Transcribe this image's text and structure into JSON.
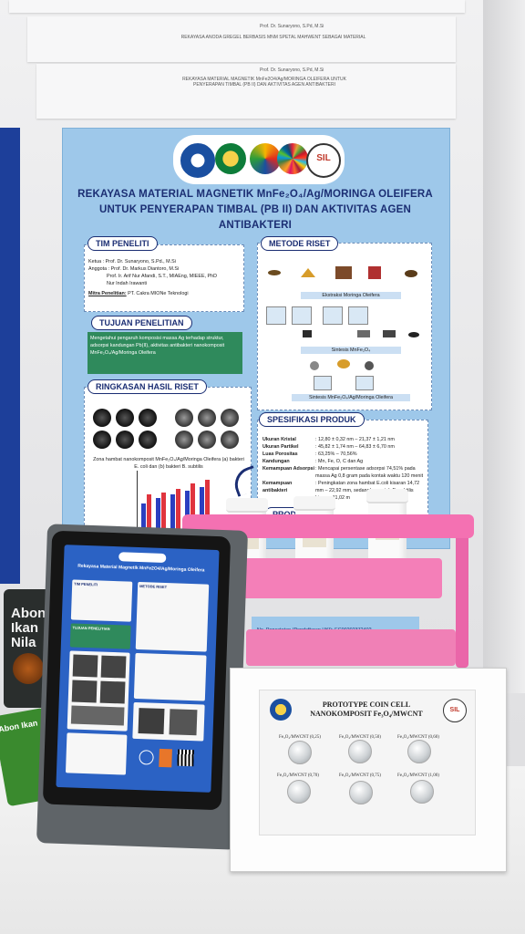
{
  "background_papers": {
    "paper1_name": "Prof. Dr. Sunaryono, S.Pd, M.Si",
    "paper1_title": "REKAYASA ANODA GREGEL BERBASIS MNM SPETAL MAHWENT SEBAGAI MATERIAL",
    "paper2_name": "Prof. Dr. Sunaryono, S.Pd, M.Si",
    "paper2_title": "REKAYASA MATERIAL MAGNETIK MnFe2O4/Ag/MORINGA OLEIFERA UNTUK PENYERAPAN TIMBAL (PB II) DAN AKTIVITAS AGEN ANTIBAKTERI"
  },
  "poster": {
    "title_line1": "REKAYASA MATERIAL MAGNETIK MnFe₂O₄/Ag/MORINGA OLEIFERA",
    "title_line2": "UNTUK PENYERAPAN TIMBAL (PB II) DAN AKTIVITAS AGEN",
    "title_line3": "ANTIBAKTERI",
    "logo_text": "SIL",
    "tim": {
      "label": "TIM PENELITI",
      "ketua": "Ketua : Prof. Dr. Sunaryono, S.Pd., M.Si",
      "anggota": "Anggota : Prof. Dr. Markus Diantoro, M.Si",
      "anggota2": "Prof. Ir. Arif Nur Afandi, S.T., MIAEng, MIEEE, PhD",
      "anggota3": "Nur Indah Irawanti",
      "mitra_label": "Mitra Penelitian:",
      "mitra": "PT. Cakra MIONe Teknologi"
    },
    "tujuan": {
      "label": "TUJUAN PENELITIAN",
      "text": "Mengetahui pengaruh komposisi massa Ag terhadap struktur, adsorpsi kandungan Pb(II), aktivitas antibakteri nanokomposit MnFe₂O₄/Ag/Moringa Oleifera"
    },
    "ringkasan": {
      "label": "RINGKASAN HASIL RISET",
      "caption": "Zona hambat nanokomposit MnFe₂O₄/Ag/Moringa Oleifera (a) bakteri E. coli dan (b) bakteri B. subtilis"
    },
    "metode": {
      "label": "METODE RISET",
      "step1": "Ekstraksi Moringa Oleifera",
      "step2": "Sintesis MnFe₂O₄",
      "step3": "Sintesis MnFe₂O₄/Ag/Moringa Oleifera"
    },
    "spesifikasi": {
      "label": "SPESIFIKASI PRODUK",
      "rows": [
        {
          "k": "Ukuran Kristal",
          "v": ": 12,80 ± 0,32 nm – 21,37 ± 1,21 nm"
        },
        {
          "k": "Ukuran Partikel",
          "v": ": 45,82 ± 1,74 nm – 64,83 ± 6,70 nm"
        },
        {
          "k": "Luas Porositas",
          "v": ": 63,25% – 70,56%"
        },
        {
          "k": "Kandungan",
          "v": ": Mn, Fe, O, C dan Ag"
        },
        {
          "k": "Kemampuan Adsorpsi",
          "v": ": Mencapai persentase adsorpsi 74,51% pada massa Ag 0,8 gram pada kontak waktu 120 menit"
        },
        {
          "k": "Kemampuan antibakteri",
          "v": ": Peningkatan zona hambat E.coli kisaran 14,72 mm – 22,92 mm, sedangkan untuk B. subtilis kisaran 11,02 m"
        }
      ]
    },
    "produk_label": "PRODUK",
    "bottom_strip": "No. Pencatatan (Pendaftaran HKI): EC00202372402"
  },
  "tablet": {
    "title": "Rekayasa Material Magnetik MnFe2O4/Ag/Moringa Oleifera",
    "tim_label": "TIM PENELITI",
    "metode_label": "METODE RISET",
    "tujuan_label": "TUJUAN PENELITIAN"
  },
  "snacks": {
    "pack1_line1": "Abon",
    "pack1_line2": "Ikan",
    "pack1_line3": "Nila",
    "pack2_line1": "Abon Ikan"
  },
  "coin_frame": {
    "title_line1": "PROTOTYPE COIN CELL",
    "title_line2": "NANOKOMPOSIT Fe₃O₄/MWCNT",
    "logo_text": "SIL",
    "coins": [
      {
        "label": "Fe₃O₄/MWCNT (0,25)"
      },
      {
        "label": "Fe₃O₄/MWCNT (0,50)"
      },
      {
        "label": "Fe₃O₄/MWCNT (0,60)"
      },
      {
        "label": "Fe₃O₄/MWCNT (0,70)"
      },
      {
        "label": "Fe₃O₄/MWCNT (0,75)"
      },
      {
        "label": "Fe₃O₄/MWCNT (1,00)"
      }
    ]
  }
}
